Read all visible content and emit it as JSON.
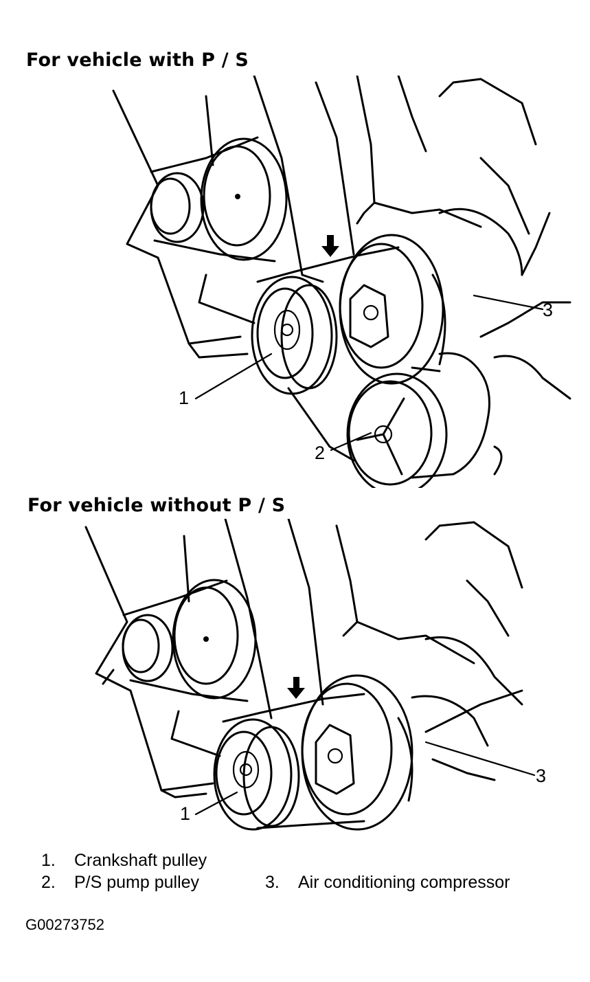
{
  "headings": {
    "with_ps": "For vehicle with P / S",
    "without_ps": "For vehicle without P / S"
  },
  "callouts": {
    "crankshaft": "1",
    "ps_pump": "2",
    "compressor": "3"
  },
  "legend": [
    {
      "num": "1.",
      "label": "Crankshaft pulley"
    },
    {
      "num": "2.",
      "label": "P/S pump pulley"
    },
    {
      "num": "3.",
      "label": "Air conditioning compressor"
    }
  ],
  "figure_id": "G00273752",
  "colors": {
    "ink": "#000000",
    "paper": "#ffffff"
  },
  "icons": [
    "belt-press-arrow-icon"
  ]
}
